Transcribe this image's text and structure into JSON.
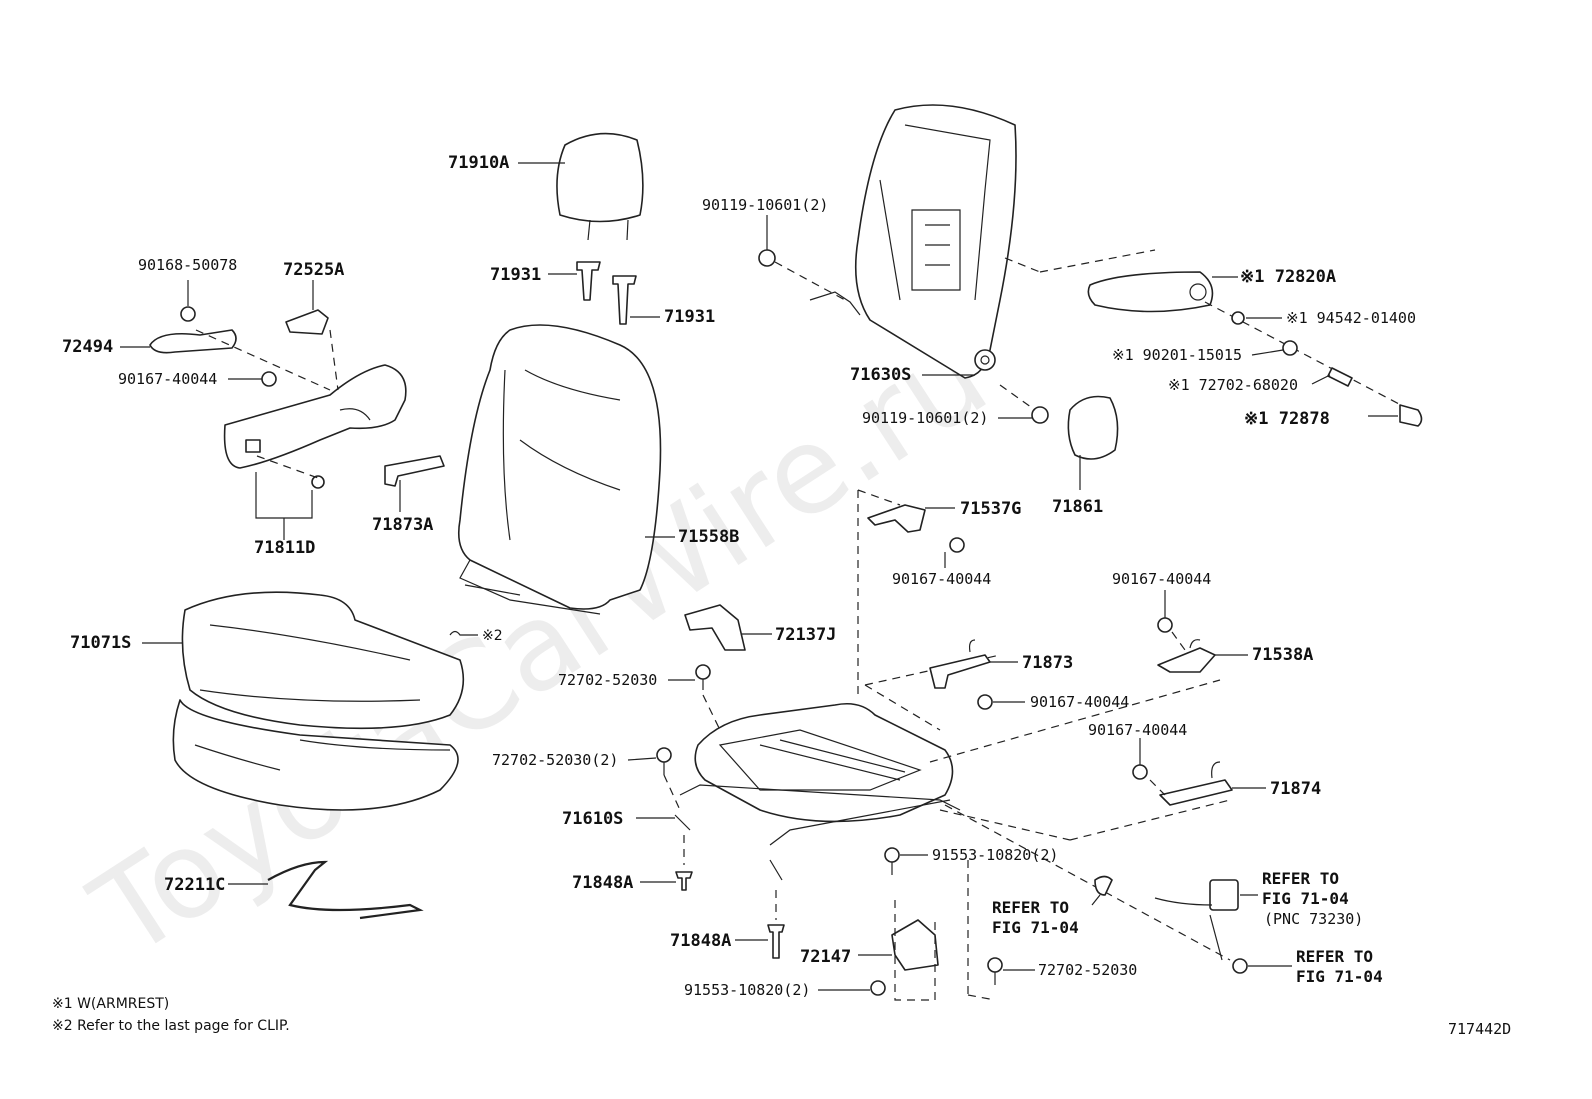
{
  "watermark": "ToyotaCarWire.ru",
  "figure_code": "717442D",
  "notes": [
    "※1 W(ARMREST)",
    "※2 Refer to the last page for CLIP."
  ],
  "clip_mark": "※2",
  "refer_labels": {
    "r1_l1": "REFER TO",
    "r1_l2": "FIG 71-04",
    "r1_l3": "(PNC 73230)",
    "r2_l1": "REFER TO",
    "r2_l2": "FIG 71-04",
    "r3_l1": "REFER TO",
    "r3_l2": "FIG 71-04"
  },
  "parts": {
    "p71910A": "71910A",
    "p71931a": "71931",
    "p71931b": "71931",
    "p90168_50078": "90168-50078",
    "p72525A": "72525A",
    "p72494": "72494",
    "p90167_40044_a": "90167-40044",
    "p71811D": "71811D",
    "p71873A": "71873A",
    "p71558B": "71558B",
    "p71071S": "71071S",
    "p72211C": "72211C",
    "p90119_10601_a": "90119-10601(2)",
    "p71630S": "71630S",
    "p90119_10601_b": "90119-10601(2)",
    "p72820A": "※1 72820A",
    "p94542_01400": "※1 94542-01400",
    "p90201_15015": "※1 90201-15015",
    "p72702_68020": "※1 72702-68020",
    "p72878": "※1 72878",
    "p71861": "71861",
    "p71537G": "71537G",
    "p90167_40044_b": "90167-40044",
    "p72137J": "72137J",
    "p72702_52030_a": "72702-52030",
    "p72702_52030_b": "72702-52030(2)",
    "p71610S": "71610S",
    "p71848A_a": "71848A",
    "p71848A_b": "71848A",
    "p72147": "72147",
    "p91553_10820_a": "91553-10820(2)",
    "p91553_10820_b": "91553-10820(2)",
    "p72702_52030_c": "72702-52030",
    "p71873": "71873",
    "p90167_40044_c": "90167-40044",
    "p90167_40044_d": "90167-40044",
    "p71538A": "71538A",
    "p90167_40044_e": "90167-40044",
    "p71874": "71874"
  }
}
